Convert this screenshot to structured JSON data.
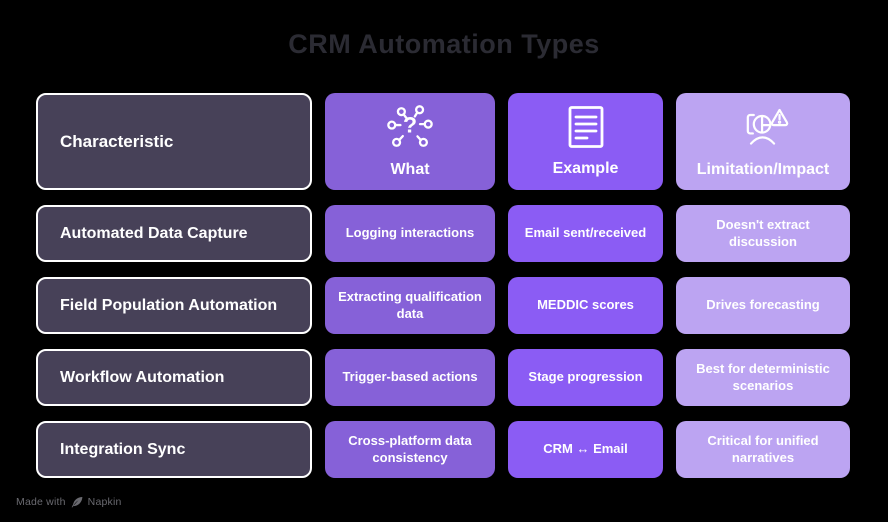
{
  "title": "CRM Automation Types",
  "colors": {
    "background": "#000000",
    "row_label_cell": "#474158",
    "row_label_border": "#ffffff",
    "what_column": "#8661D8",
    "example_column": "#8B5CF4",
    "limitation_column": "#BCA4F2",
    "cell_text": "#ffffff",
    "title_text": "#2b2b33",
    "watermark_text": "#6a6a70"
  },
  "icons": {
    "what": "question-network-icon",
    "example": "document-lines-icon",
    "limitation": "face-warning-icon",
    "footer": "feather-icon"
  },
  "table": {
    "header": {
      "characteristic_label": "Characteristic",
      "what_label": "What",
      "example_label": "Example",
      "limitation_label": "Limitation/Impact"
    },
    "rows": [
      {
        "characteristic": "Automated Data Capture",
        "what": "Logging interactions",
        "example": "Email sent/received",
        "limitation": "Doesn't extract discussion"
      },
      {
        "characteristic": "Field Population Automation",
        "what": "Extracting qualification data",
        "example": "MEDDIC scores",
        "limitation": "Drives forecasting"
      },
      {
        "characteristic": "Workflow Automation",
        "what": "Trigger-based actions",
        "example": "Stage progression",
        "limitation": "Best for deterministic scenarios"
      },
      {
        "characteristic": "Integration Sync",
        "what": "Cross-platform data consistency",
        "example": "CRM ↔ Email",
        "limitation": "Critical for unified narratives"
      }
    ]
  },
  "footer": {
    "made_with": "Made with",
    "brand": "Napkin"
  }
}
